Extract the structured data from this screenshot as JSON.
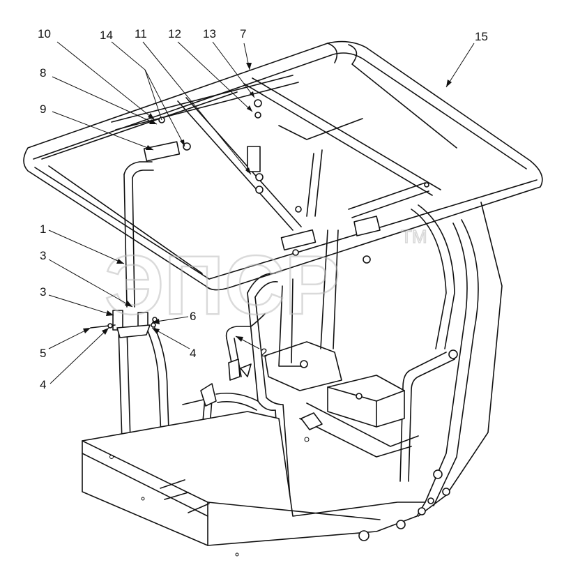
{
  "diagram": {
    "watermark": "ЭПСР",
    "watermark_mark": "TM",
    "callouts": [
      {
        "id": "c10",
        "text": "10"
      },
      {
        "id": "c14",
        "text": "14"
      },
      {
        "id": "c11",
        "text": "11"
      },
      {
        "id": "c12",
        "text": "12"
      },
      {
        "id": "c13",
        "text": "13"
      },
      {
        "id": "c7",
        "text": "7"
      },
      {
        "id": "c15",
        "text": "15"
      },
      {
        "id": "c8",
        "text": "8"
      },
      {
        "id": "c9",
        "text": "9"
      },
      {
        "id": "c1",
        "text": "1"
      },
      {
        "id": "c3a",
        "text": "3"
      },
      {
        "id": "c3b",
        "text": "3"
      },
      {
        "id": "c6",
        "text": "6"
      },
      {
        "id": "c5",
        "text": "5"
      },
      {
        "id": "c4a",
        "text": "4"
      },
      {
        "id": "c4b",
        "text": "4"
      },
      {
        "id": "c2",
        "text": "2"
      }
    ]
  }
}
